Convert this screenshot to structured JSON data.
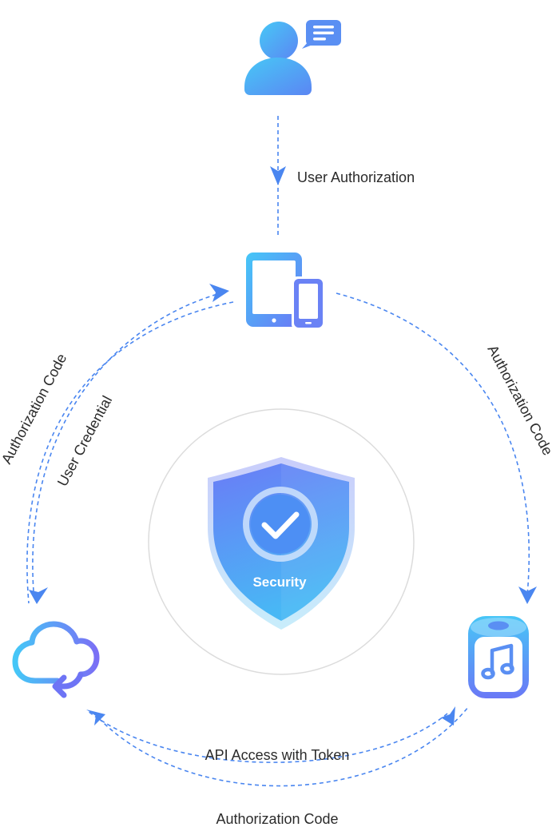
{
  "labels": {
    "user_authorization": "User Authorization",
    "auth_code_left": "Authorization Code",
    "user_credential": "User Credential",
    "auth_code_right": "Authorization Code",
    "api_access": "API Access with Token",
    "auth_code_bottom": "Authorization Code",
    "security": "Security"
  },
  "icons": {
    "user": "user-chat-icon",
    "device": "tablet-phone-icon",
    "cloud": "cloud-sync-icon",
    "speaker": "smart-speaker-music-icon",
    "shield": "security-shield-check-icon"
  },
  "colors": {
    "accent_blue": "#4a86f0",
    "gradient_start": "#45c6f7",
    "gradient_end": "#6c73f7",
    "ring_gray": "#d9d9d9",
    "text": "#2b2b2b"
  }
}
